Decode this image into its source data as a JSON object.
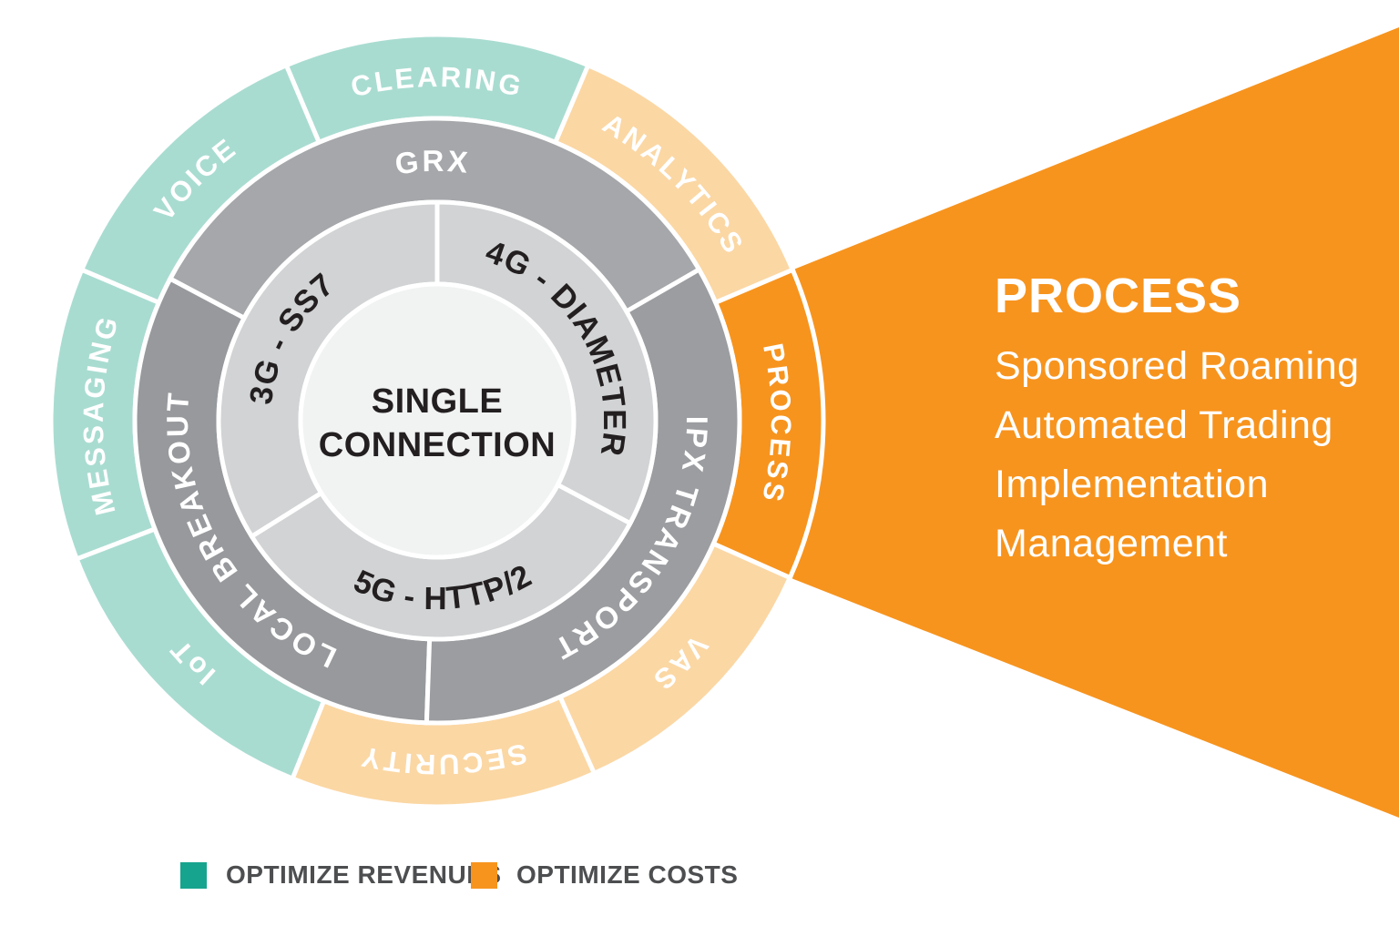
{
  "diagram": {
    "center_label": {
      "line1": "SINGLE",
      "line2": "CONNECTION"
    },
    "inner_ring": {
      "fill": "#D1D3D4",
      "text_color": "#231F20",
      "segments": [
        {
          "label": "3G - SS7",
          "start": 90,
          "end": 212
        },
        {
          "label": "5G - HTTP/2",
          "start": 212,
          "end": 332,
          "flip_text": true
        },
        {
          "label": "4G - DIAMETER",
          "start": 332,
          "end": 450
        }
      ]
    },
    "middle_ring": {
      "text_color": "#FFFFFF",
      "segments": [
        {
          "label": "GRX",
          "start": 30,
          "end": 152,
          "fill": "#A5A7AA"
        },
        {
          "label": "LOCAL BREAKOUT",
          "start": 152,
          "end": 268,
          "fill": "#97999C"
        },
        {
          "label": "IPX TRANSPORT",
          "start": 268,
          "end": 390,
          "fill": "#9B9DA0"
        }
      ]
    },
    "outer_ring": {
      "text_color": "#FFFFFF",
      "segments": [
        {
          "label": "ANALYTICS",
          "start": 23,
          "end": 67,
          "fill": "#FBD7A4"
        },
        {
          "label": "CLEARING",
          "start": 67,
          "end": 113,
          "fill": "#A9DCD1"
        },
        {
          "label": "VOICE",
          "start": 113,
          "end": 157,
          "fill": "#A9DCD1"
        },
        {
          "label": "MESSAGING",
          "start": 157,
          "end": 201,
          "fill": "#A9DCD1"
        },
        {
          "label": "IoT",
          "start": 201,
          "end": 248,
          "fill": "#A9DCD1"
        },
        {
          "label": "SECURITY",
          "start": 248,
          "end": 294,
          "fill": "#FBD7A4"
        },
        {
          "label": "VAS",
          "start": 294,
          "end": 336,
          "fill": "#FBD7A4"
        },
        {
          "label": "PROCESS",
          "start": 336,
          "end": 383,
          "fill": "#F7941E"
        }
      ]
    },
    "beam_color": "#F7941E",
    "center_fill": "#F1F2F2"
  },
  "panel": {
    "title": "PROCESS",
    "items": [
      "Sponsored Roaming",
      "Automated Trading",
      "Implementation",
      "Management"
    ]
  },
  "legend": {
    "items": [
      {
        "label": "OPTIMIZE REVENUES",
        "color": "#17A48E"
      },
      {
        "label": "OPTIMIZE COSTS",
        "color": "#F7941E"
      }
    ]
  }
}
